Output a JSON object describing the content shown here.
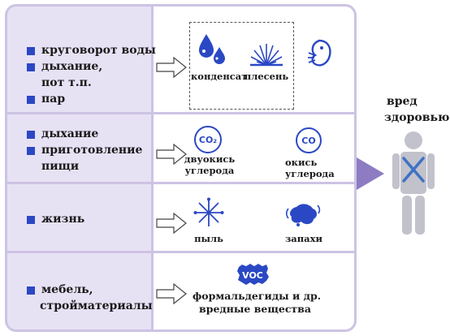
{
  "rows": [
    {
      "items": [
        "круговорот воды",
        "дыхание,",
        "пот т.п.",
        "пар"
      ],
      "icons": [
        {
          "name": "water-drops-icon",
          "caption": "конденсат"
        },
        {
          "name": "mold-icon",
          "caption": "плесень"
        },
        {
          "name": "dust-mite-icon",
          "caption": ""
        }
      ]
    },
    {
      "items": [
        "дыхание",
        "приготовление",
        "пищи"
      ],
      "icons": [
        {
          "name": "co2-icon",
          "label": "CO₂",
          "caption_lines": [
            "двуокись",
            "углерода"
          ]
        },
        {
          "name": "co-icon",
          "label": "CO",
          "caption_lines": [
            "окись",
            "углерода"
          ]
        }
      ]
    },
    {
      "items": [
        "жизнь"
      ],
      "icons": [
        {
          "name": "dust-icon",
          "caption": "пыль"
        },
        {
          "name": "odor-icon",
          "caption": "запахи"
        }
      ]
    },
    {
      "items": [
        "мебель,",
        "стройматериалы"
      ],
      "icons": [
        {
          "name": "voc-icon",
          "label": "VOC",
          "caption_lines": [
            "формальдегиды и др.",
            "вредные вещества"
          ]
        }
      ]
    }
  ],
  "result": {
    "label_lines": [
      "вред",
      "здоровью"
    ]
  },
  "colors": {
    "accent": "#2b48c4",
    "panel": "#cdc3e4",
    "left_column": "#e7e1f4",
    "big_arrow": "#8d7cc2",
    "person": "#c2c2cc",
    "cross": "#3e72c4"
  }
}
